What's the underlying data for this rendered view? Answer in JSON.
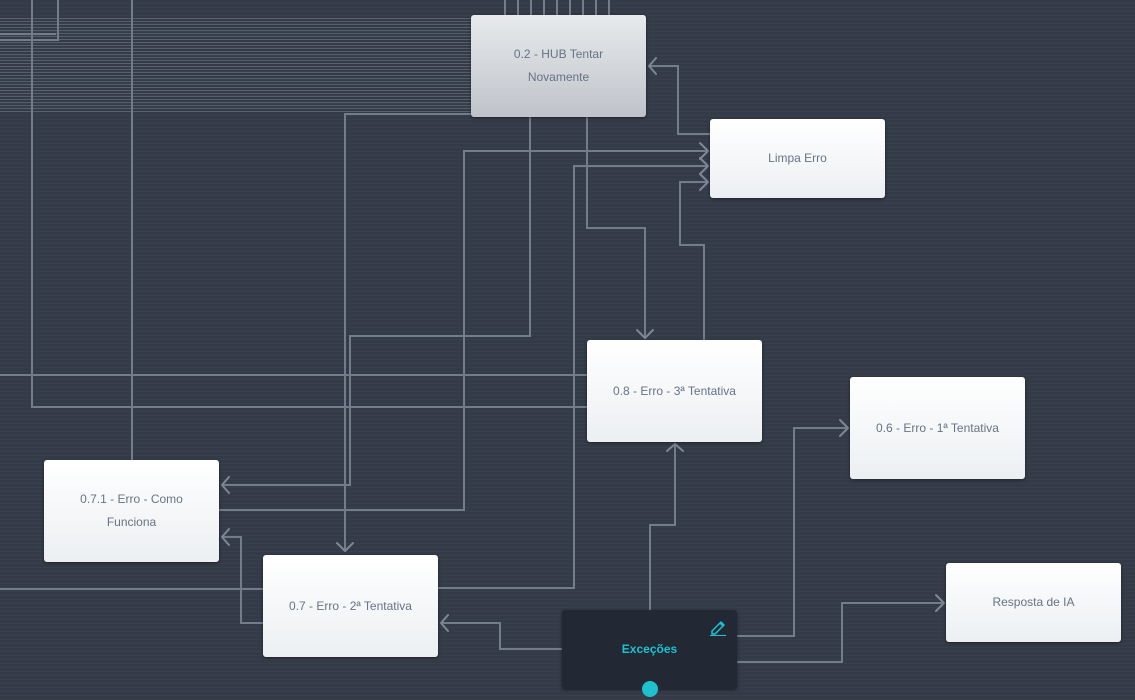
{
  "nodes": {
    "hub_tentar": "0.2 - HUB Tentar Novamente",
    "limpa_erro": "Limpa Erro",
    "erro_3": "0.8 - Erro - 3ª Tentativa",
    "erro_1": "0.6 - Erro - 1ª Tentativa",
    "erro_como_funciona": "0.7.1 - Erro - Como Funciona",
    "erro_2": "0.7 - Erro - 2ª Tentativa",
    "resposta_ia": "Resposta de IA",
    "excecoes": "Exceções"
  },
  "icons": {
    "edit": "pencil-icon",
    "port": "connection-port-icon"
  },
  "colors": {
    "canvas": "#343b48",
    "node": "#ffffff",
    "node_text": "#687385",
    "dark_node": "#222834",
    "accent": "#1fc1ce",
    "wire": "#737c8b"
  }
}
